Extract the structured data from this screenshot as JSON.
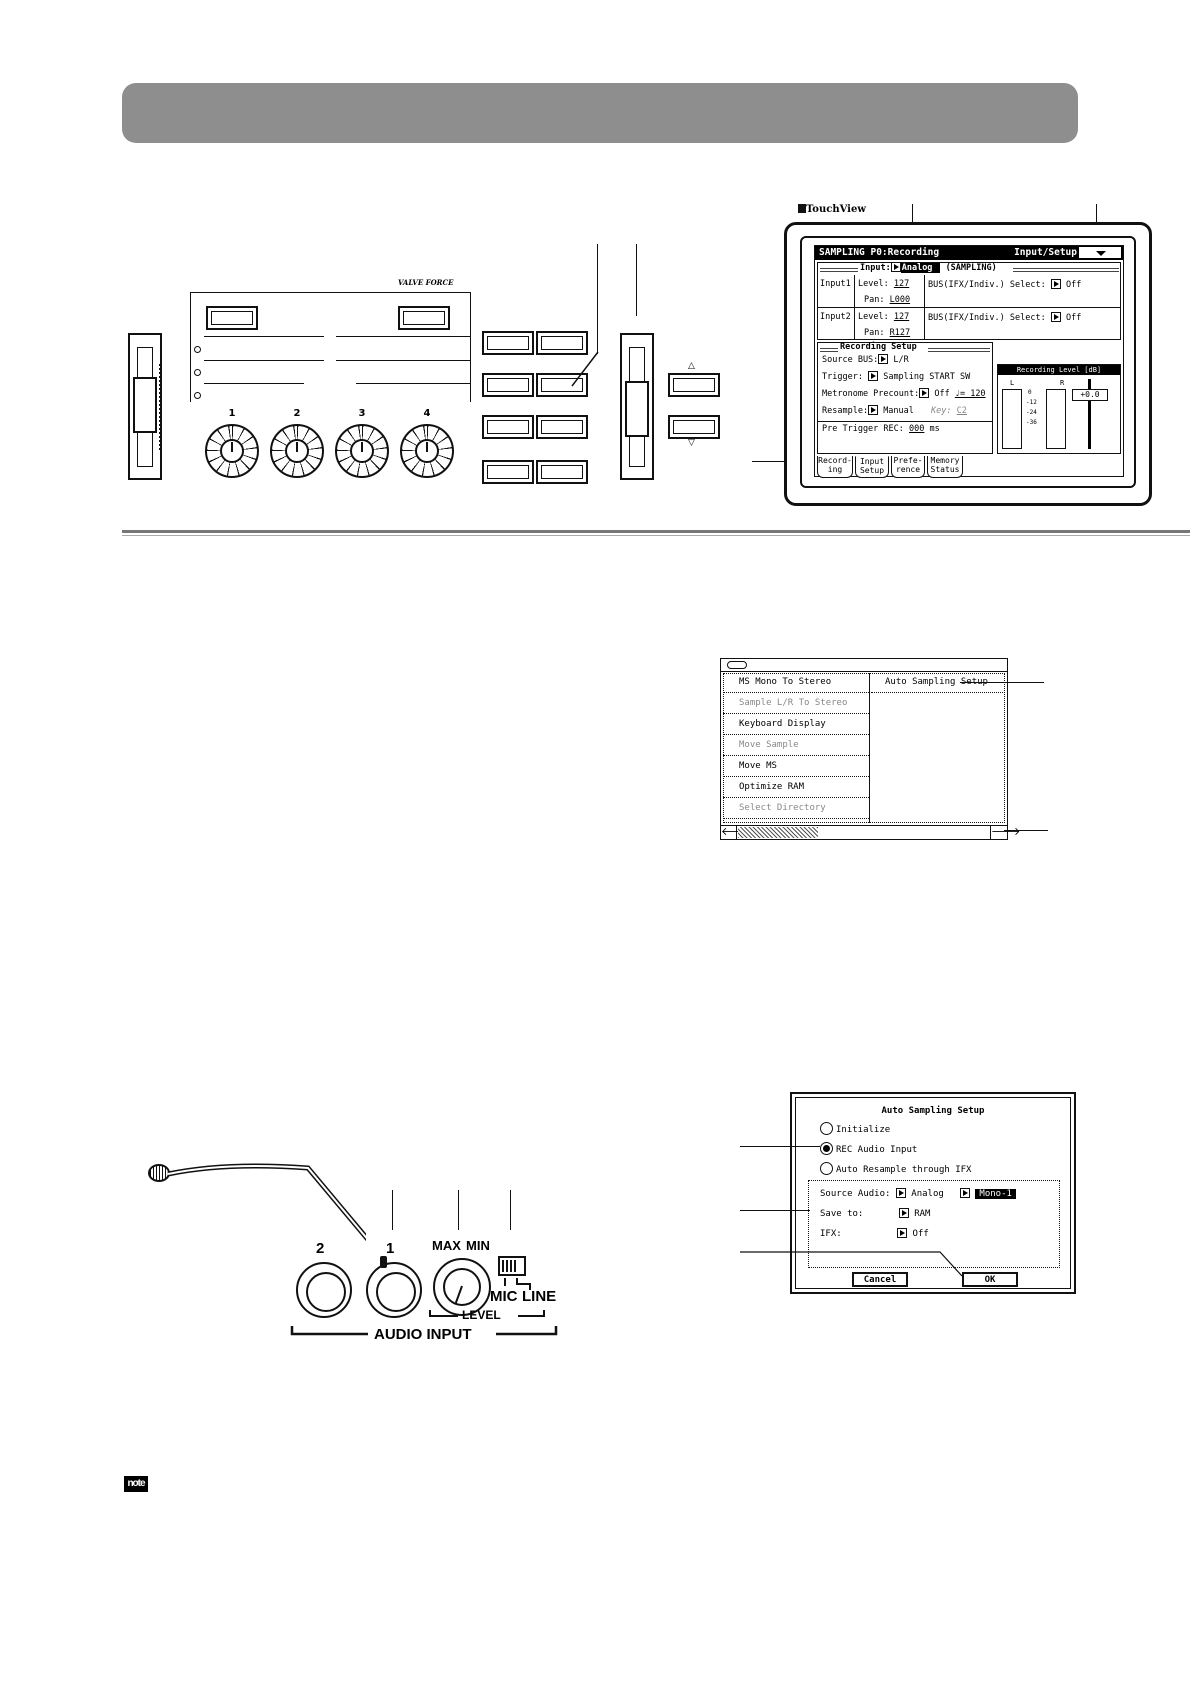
{
  "touchview": {
    "brand": "TouchView",
    "title": "SAMPLING P0:Recording",
    "title_right": "Input/Setup",
    "input_label": "Input:",
    "input_value": "Analog",
    "input_mode": "(SAMPLING)",
    "input1": {
      "name": "Input1",
      "level_label": "Level:",
      "level": "127",
      "pan_label": "Pan:",
      "pan": "L000",
      "bus": "BUS(IFX/Indiv.) Select:",
      "bus_value": "Off"
    },
    "input2": {
      "name": "Input2",
      "level_label": "Level:",
      "level": "127",
      "pan_label": "Pan:",
      "pan": "R127",
      "bus": "BUS(IFX/Indiv.) Select:",
      "bus_value": "Off"
    },
    "rec_setup_title": "Recording Setup",
    "source_bus_label": "Source BUS:",
    "source_bus_value": "L/R",
    "trigger_label": "Trigger:",
    "trigger_value": "Sampling START SW",
    "metronome_label": "Metronome Precount:",
    "metronome_value": "Off",
    "tempo": "♩= 120",
    "resample_label": "Resample:",
    "resample_value": "Manual",
    "key_label": "Key:",
    "key_value": "C2",
    "pretrigger_label": "Pre Trigger REC:",
    "pretrigger_value": "000",
    "pretrigger_unit": "ms",
    "rec_level_title": "Recording Level [dB]",
    "meter_l": "L",
    "meter_r": "R",
    "meter_ticks": [
      "0",
      "-12",
      "-24",
      "-36"
    ],
    "rec_level_value": "+0.0",
    "tabs": [
      "Record-\ning",
      "Input\nSetup",
      "Prefe-\nrence",
      "Memory\nStatus"
    ]
  },
  "panel": {
    "brand": "VALVE FORCE",
    "knob_labels": [
      "1",
      "2",
      "3",
      "4"
    ]
  },
  "utility_menu": {
    "left_items": [
      "MS Mono To Stereo",
      "Sample L/R To Stereo",
      "Keyboard Display",
      "Move Sample",
      "Move MS",
      "Optimize RAM",
      "Select Directory"
    ],
    "right_items": [
      "Auto Sampling Setup"
    ]
  },
  "dialog": {
    "title": "Auto Sampling Setup",
    "options": [
      "Initialize",
      "REC Audio Input",
      "Auto Resample through IFX"
    ],
    "source_audio_label": "Source Audio:",
    "source_audio_value": "Analog",
    "source_channel": "Mono-1",
    "save_to_label": "Save to:",
    "save_to_value": "RAM",
    "ifx_label": "IFX:",
    "ifx_value": "Off",
    "cancel": "Cancel",
    "ok": "OK"
  },
  "audio_input": {
    "jack_labels": [
      "2",
      "1"
    ],
    "level_max": "MAX",
    "level_min": "MIN",
    "level_caption": "LEVEL",
    "mic": "MIC",
    "line": "LINE",
    "group_caption": "AUDIO INPUT"
  },
  "note_badge": "note"
}
